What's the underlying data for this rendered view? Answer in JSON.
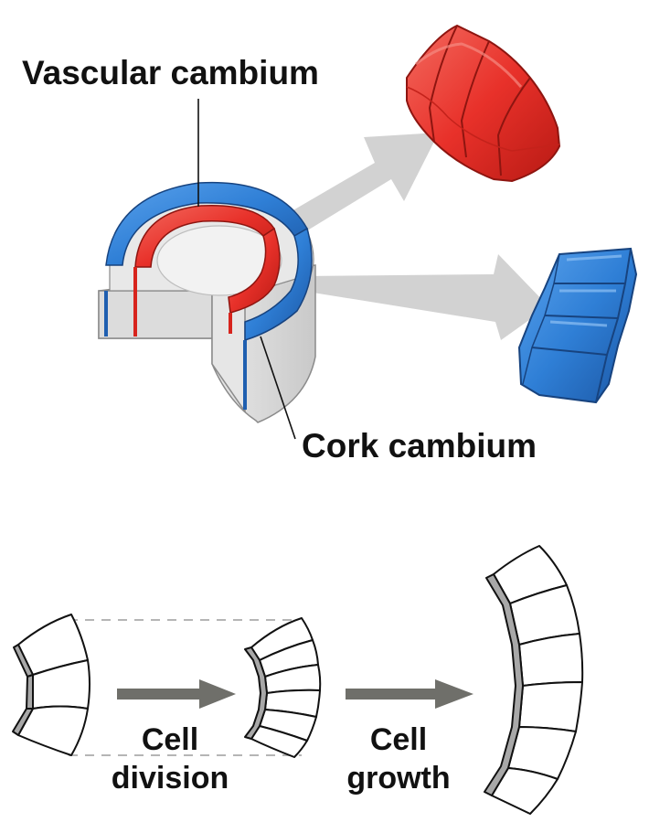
{
  "labels": {
    "vascular_cambium": "Vascular cambium",
    "cork_cambium": "Cork cambium",
    "cell_division_line1": "Cell",
    "cell_division_line2": "division",
    "cell_growth_line1": "Cell",
    "cell_growth_line2": "growth"
  },
  "colors": {
    "vascular_red": "#e8312a",
    "vascular_red_dark": "#a81812",
    "cork_blue": "#2f7fd6",
    "cork_blue_dark": "#1a4f9a",
    "stem_grey": "#d8d8d8",
    "arrow_grey": "#d2d2d2",
    "process_arrow": "#6f6f6a",
    "cell_shading": "#a8a8a8"
  }
}
